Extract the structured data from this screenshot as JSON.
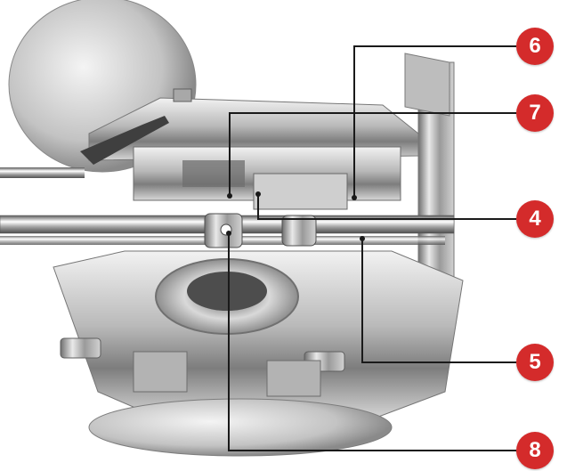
{
  "callouts": [
    {
      "id": "c6",
      "label": "6"
    },
    {
      "id": "c7",
      "label": "7"
    },
    {
      "id": "c4",
      "label": "4"
    },
    {
      "id": "c5",
      "label": "5"
    },
    {
      "id": "c8",
      "label": "8"
    }
  ],
  "colors": {
    "callout_fill": "#d42b2b",
    "leader_line": "#1a1a1a",
    "background": "#ffffff"
  }
}
